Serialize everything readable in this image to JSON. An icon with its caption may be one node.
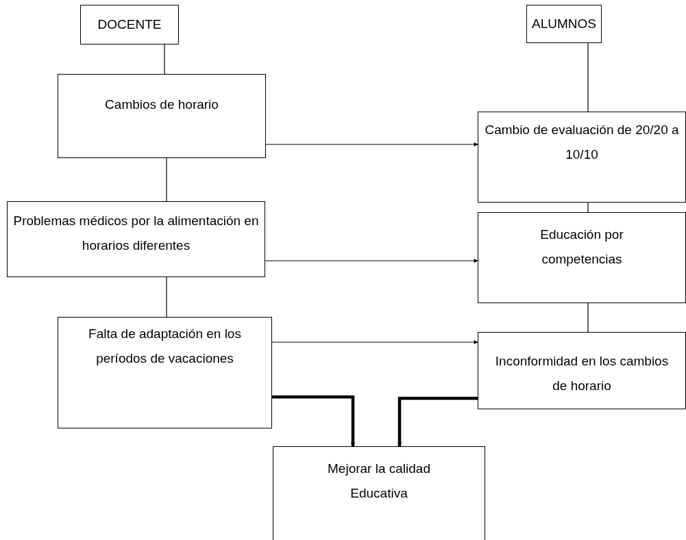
{
  "diagram": {
    "nodes": [
      {
        "text": [
          "DOCENTE"
        ]
      },
      {
        "text": [
          "ALUMNOS"
        ]
      },
      {
        "text": [
          "Cambios de horario"
        ]
      },
      {
        "text": [
          "Cambio de evaluación de 20/20 a 10/10"
        ]
      },
      {
        "text": [
          "Problemas médicos por la alimentación en horarios diferentes"
        ]
      },
      {
        "text": [
          "Educación por competencias"
        ]
      },
      {
        "text": [
          "Falta de adaptación en los períodos de vacaciones"
        ]
      },
      {
        "text": [
          "Inconformidad en los cambios de horario"
        ]
      },
      {
        "text": [
          "Mejorar la calidad Educativa"
        ]
      }
    ],
    "edges": [
      {
        "from": 0,
        "to": 2,
        "arrow": "none"
      },
      {
        "from": 1,
        "to": 3,
        "arrow": "none"
      },
      {
        "from": 2,
        "to": 3,
        "arrow": "to"
      },
      {
        "from": 2,
        "to": 4,
        "arrow": "none"
      },
      {
        "from": 3,
        "to": 5,
        "arrow": "none"
      },
      {
        "from": 4,
        "to": 5,
        "arrow": "to"
      },
      {
        "from": 4,
        "to": 6,
        "arrow": "none"
      },
      {
        "from": 5,
        "to": 7,
        "arrow": "none"
      },
      {
        "from": 6,
        "to": 7,
        "arrow": "to"
      },
      {
        "from": 6,
        "to": 8,
        "arrow": "to",
        "style": "thick"
      },
      {
        "from": 7,
        "to": 8,
        "arrow": "to",
        "style": "thick"
      }
    ]
  }
}
